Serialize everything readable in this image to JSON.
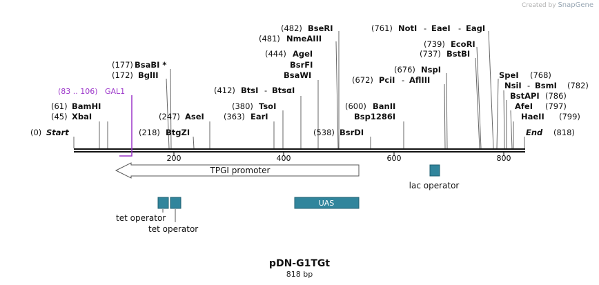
{
  "credit": {
    "prefix": "Created by",
    "brand": "SnapGene"
  },
  "plasmid": {
    "name": "pDN-G1TGt",
    "length_label": "818 bp"
  },
  "map": {
    "length": 818,
    "ruler_ticks": [
      "200",
      "400",
      "600",
      "800"
    ]
  },
  "colors": {
    "feature": "#31859c",
    "primer": "#9b35c9",
    "line": "#555555"
  },
  "sites": [
    {
      "pos": "(0)",
      "name": "Start",
      "italic": true
    },
    {
      "pos": "(45)",
      "name": "XbaI"
    },
    {
      "pos": "(61)",
      "name": "BamHI"
    },
    {
      "pos": "(172)",
      "name": "BglII"
    },
    {
      "pos": "(177)",
      "name": "BsaBI *"
    },
    {
      "pos": "(218)",
      "name": "BtgZI"
    },
    {
      "pos": "(247)",
      "name": "AseI"
    },
    {
      "pos": "(363)",
      "name": "EarI"
    },
    {
      "pos": "(380)",
      "name": "TsoI"
    },
    {
      "pos": "(412)",
      "name": "BtsI",
      "name2": "BtsαI"
    },
    {
      "pos": "(444)",
      "name": "AgeI"
    },
    {
      "pos": "",
      "name": "BsrFI"
    },
    {
      "pos": "",
      "name": "BsaWI"
    },
    {
      "pos": "(481)",
      "name": "NmeAIII"
    },
    {
      "pos": "(482)",
      "name": "BseRI"
    },
    {
      "pos": "(538)",
      "name": "BsrDI"
    },
    {
      "pos": "(600)",
      "name": "BanII"
    },
    {
      "pos": "",
      "name": "Bsp1286I"
    },
    {
      "pos": "(672)",
      "name": "PciI",
      "name2": "AflIII"
    },
    {
      "pos": "(676)",
      "name": "NspI"
    },
    {
      "pos": "(737)",
      "name": "BstBI"
    },
    {
      "pos": "(739)",
      "name": "EcoRI"
    },
    {
      "pos": "(761)",
      "name": "NotI",
      "name2": "EaeI",
      "name3": "EagI"
    },
    {
      "pos": "(768)",
      "name": "SpeI"
    },
    {
      "pos": "(782)",
      "name": "NsiI",
      "name2": "BsmI"
    },
    {
      "pos": "(786)",
      "name": "BstAPI"
    },
    {
      "pos": "(797)",
      "name": "AfeI"
    },
    {
      "pos": "(799)",
      "name": "HaeII"
    },
    {
      "pos": "(818)",
      "name": "End",
      "italic": true
    }
  ],
  "primer": {
    "range": "(83 .. 106)",
    "name": "GAL1"
  },
  "features": [
    {
      "name": "TPGI promoter",
      "kind": "arrow-left"
    },
    {
      "name": "UAS",
      "kind": "box"
    },
    {
      "name": "tet operator",
      "kind": "box"
    },
    {
      "name": "tet operator",
      "kind": "box"
    },
    {
      "name": "lac operator",
      "kind": "box"
    }
  ]
}
